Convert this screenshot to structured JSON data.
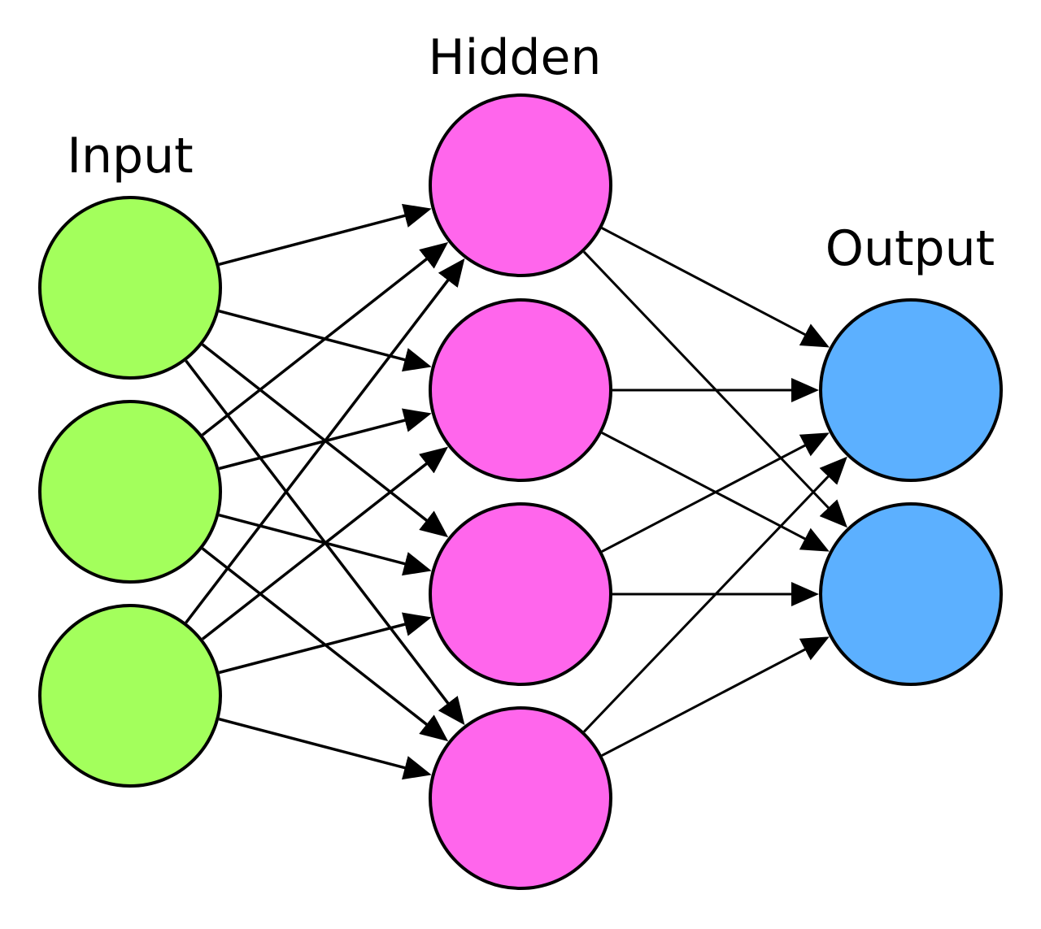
{
  "layers": [
    {
      "name": "Input",
      "label": "Input",
      "nodes": 3,
      "color": "#a3ff5c"
    },
    {
      "name": "Hidden",
      "label": "Hidden",
      "nodes": 4,
      "color": "#ff66ec"
    },
    {
      "name": "Output",
      "label": "Output",
      "nodes": 2,
      "color": "#5cb0ff"
    }
  ],
  "edge_color": "#000000"
}
